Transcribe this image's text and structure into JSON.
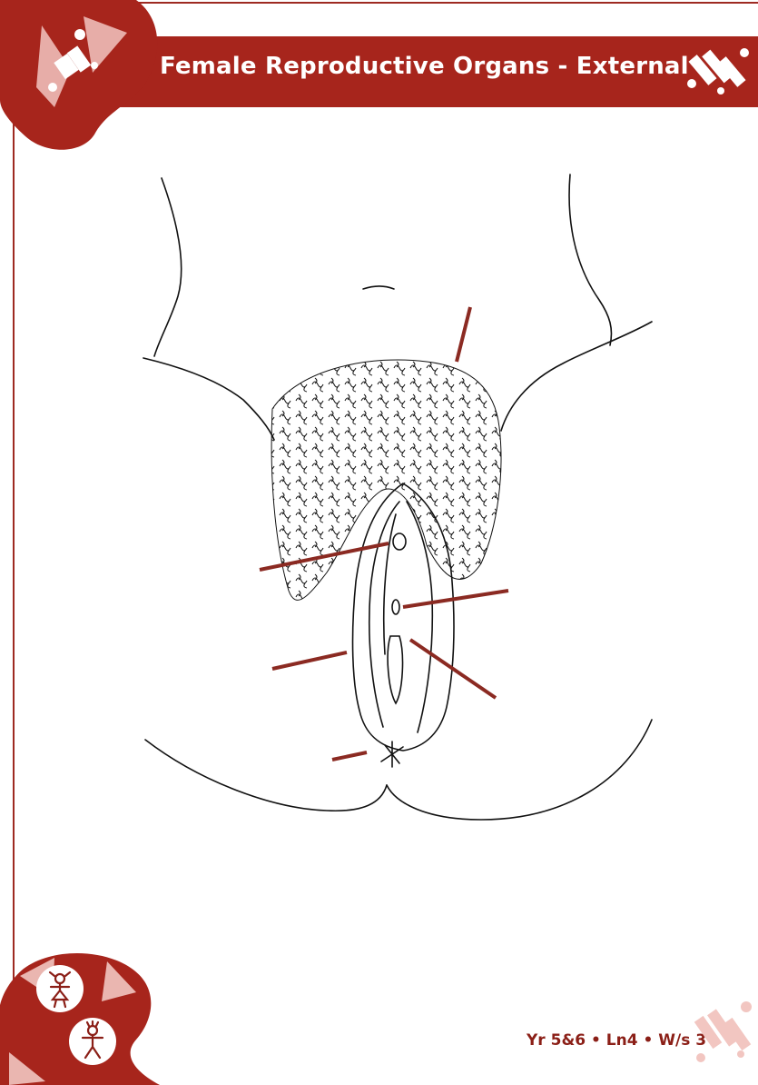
{
  "header": {
    "title": "Female Reproductive Organs - External"
  },
  "footer": {
    "code": "Yr 5&6 • Ln4 • W/s 3"
  },
  "colors": {
    "brand": "#a7251c",
    "frame": "#9e2a22",
    "light_motif": "#f2c6c1"
  },
  "icons": [
    "header-logo-icon",
    "header-corner-icon",
    "girl-figure-icon",
    "boy-figure-icon",
    "footer-corner-icon"
  ],
  "diagram": {
    "label_lines": [
      "pubic-mound-pointer",
      "clitoris-pointer",
      "urethra-pointer",
      "vagina-pointer",
      "labia-pointer",
      "anus-pointer"
    ],
    "answer_labels": []
  }
}
